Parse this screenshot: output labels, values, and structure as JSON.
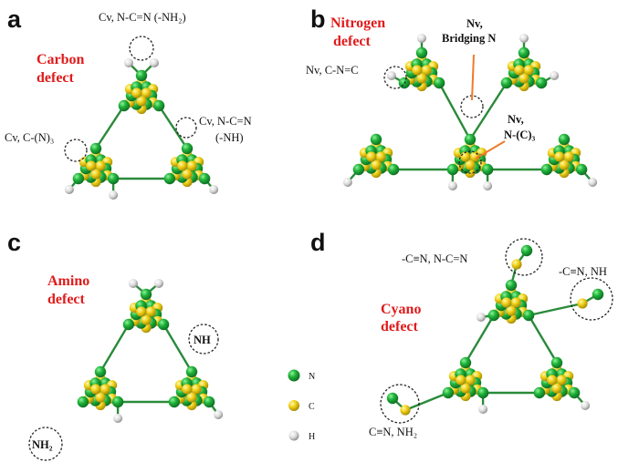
{
  "colors": {
    "nitrogen": "#1fb33a",
    "carbon": "#f2d21a",
    "hydrogen": "#d8d8d8",
    "bond": "#2a8a3a",
    "defect_text": "#e01b1b",
    "pointer": "#f07a2a"
  },
  "panels": {
    "a": {
      "letter": "a",
      "defect_name": [
        "Carbon",
        "defect"
      ],
      "labels": {
        "top": "Cv, N-C=N (-NH₂)",
        "right1": "Cv, N-C=N",
        "right2": "(-NH)",
        "left": "Cv, C-(N)₃"
      }
    },
    "b": {
      "letter": "b",
      "defect_name": [
        "Nitrogen",
        "defect"
      ],
      "labels": {
        "left": "Nv,  C-N=C",
        "bridge1": "Nv,",
        "bridge2": "Bridging N",
        "center1": "Nv,",
        "center2": "N-(C)₃"
      }
    },
    "c": {
      "letter": "c",
      "defect_name": [
        "Amino",
        "defect"
      ],
      "labels": {
        "nh": "NH",
        "nh2": "NH₂"
      }
    },
    "d": {
      "letter": "d",
      "defect_name": [
        "Cyano",
        "defect"
      ],
      "labels": {
        "top": "-C≡N, N-C=N",
        "right": "-C≡N, NH",
        "bottom": "C≡N, NH₂"
      }
    }
  },
  "legend": [
    {
      "symbol": "N",
      "atom": "nitrogen"
    },
    {
      "symbol": "C",
      "atom": "carbon"
    },
    {
      "symbol": "H",
      "atom": "hydrogen"
    }
  ]
}
